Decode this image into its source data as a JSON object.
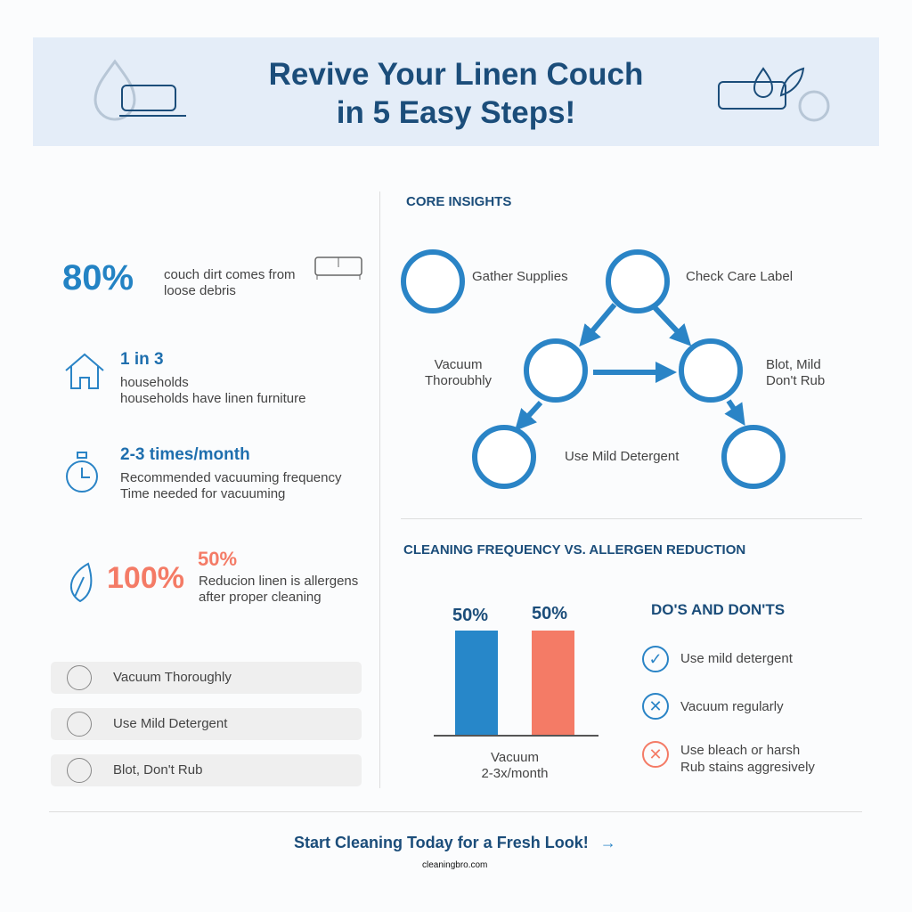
{
  "header": {
    "title_line1": "Revive Your Linen Couch",
    "title_line2": "in 5 Easy Steps!"
  },
  "stats": [
    {
      "value": "80%",
      "text1": "couch dirt comes from",
      "text2": "loose debris",
      "icon": "couch-icon"
    },
    {
      "value": "1 in 3",
      "text1": "households",
      "text2": "households have linen furniture",
      "icon": "house-icon"
    },
    {
      "value": "2-3 times/month",
      "text1": "Recommended vacuuming frequency",
      "text2": "Time needed for vacuuming",
      "icon": "stopwatch-icon"
    },
    {
      "value": "100%",
      "value2": "50%",
      "text1": "Reducion linen is allergens",
      "text2": "after proper cleaning",
      "icon": "leaf-icon"
    }
  ],
  "steps_list": [
    {
      "label": "Vacuum Thoroughly",
      "icon": "vacuum-icon"
    },
    {
      "label": "Use Mild Detergent",
      "icon": "drop-icon"
    },
    {
      "label": "Blot, Don't Rub",
      "icon": "vacuum-icon"
    }
  ],
  "core": {
    "title": "CORE INSIGHTS",
    "nodes": [
      {
        "label": "Gather Supplies",
        "icon": "vacuum-icon"
      },
      {
        "label": "Check Care Label",
        "icon": "care-label-icon"
      },
      {
        "label1": "Vacuum",
        "label2": "Thoroubhly",
        "icon": "vacuum-brush-icon"
      },
      {
        "label1": "Blot, Mild",
        "label2": "Don't Rub",
        "icon": "bottle-icon"
      },
      {
        "label": "Use Mild Detergent",
        "icon": "detergent-icon"
      },
      {
        "icon": "hand-wipe-icon"
      }
    ]
  },
  "chart_data": {
    "type": "bar",
    "title": "CLEANING FREQUENCY VS. ALLERGEN REDUCTION",
    "categories": [
      "Vacuum 2-3x/month"
    ],
    "category_line1": "Vacuum",
    "category_line2": "2-3x/month",
    "series": [
      {
        "values": [
          50
        ],
        "color": "#2787c9",
        "label": "50%"
      },
      {
        "values": [
          50
        ],
        "color": "#f47b66",
        "label": "50%"
      }
    ],
    "ylim": [
      0,
      60
    ],
    "grid": false
  },
  "dos": {
    "title": "DO'S AND DON'TS",
    "items": [
      {
        "text1": "Use mild detergent",
        "icon": "check-icon",
        "color": "#2a84c6"
      },
      {
        "text1": "Vacuum regularly",
        "icon": "x-icon",
        "color": "#2a84c6"
      },
      {
        "text1": "Use bleach or harsh",
        "text2": "Rub stains aggresively",
        "icon": "x-icon",
        "color": "#f47b66"
      }
    ]
  },
  "footer": {
    "cta": "Start Cleaning Today for a Fresh Look!",
    "arrow": "→",
    "watermark": "cleaningbro.com"
  },
  "colors": {
    "primary": "#2383c4",
    "navy": "#1b4d7a",
    "coral": "#f47b66",
    "banner": "#e4edf8"
  }
}
